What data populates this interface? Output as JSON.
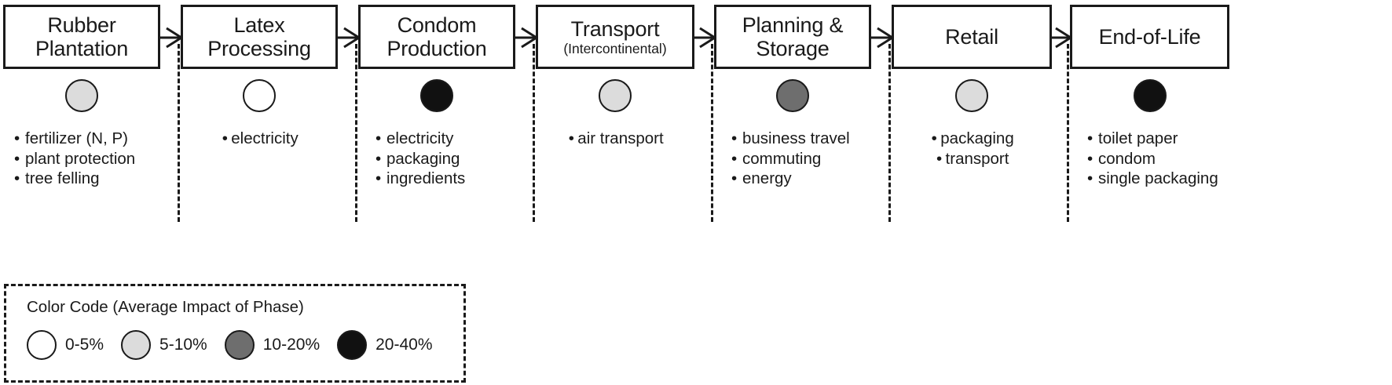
{
  "diagram": {
    "type": "lifecycle-flow",
    "phase_count": 7,
    "phases": [
      {
        "id": "rubber-plantation",
        "title": "Rubber\nPlantation",
        "subtitle": "",
        "impact_band": "5-10%",
        "impact_color": "#dcdcdc",
        "items": [
          "fertilizer  (N, P)",
          "plant protection",
          "tree felling"
        ]
      },
      {
        "id": "latex-processing",
        "title": "Latex\nProcessing",
        "subtitle": "",
        "impact_band": "0-5%",
        "impact_color": "#ffffff",
        "items": [
          "electricity"
        ]
      },
      {
        "id": "condom-production",
        "title": "Condom\nProduction",
        "subtitle": "",
        "impact_band": "20-40%",
        "impact_color": "#111111",
        "items": [
          "electricity",
          "packaging",
          "ingredients"
        ]
      },
      {
        "id": "transport",
        "title": "Transport",
        "subtitle": "(Intercontinental)",
        "impact_band": "5-10%",
        "impact_color": "#dcdcdc",
        "items": [
          "air transport"
        ]
      },
      {
        "id": "planning-and-storage",
        "title": "Planning &\nStorage",
        "subtitle": "",
        "impact_band": "10-20%",
        "impact_color": "#6e6e6e",
        "items": [
          "business travel",
          "commuting",
          "energy"
        ]
      },
      {
        "id": "retail",
        "title": "Retail",
        "subtitle": "",
        "impact_band": "5-10%",
        "impact_color": "#dcdcdc",
        "items": [
          "packaging",
          "transport"
        ]
      },
      {
        "id": "end-of-life",
        "title": "End-of-Life",
        "subtitle": "",
        "impact_band": "20-40%",
        "impact_color": "#111111",
        "items": [
          "toilet paper",
          "condom",
          "single packaging"
        ]
      }
    ]
  },
  "legend": {
    "title": "Color Code (Average Impact of Phase)",
    "items": [
      {
        "label": "0-5%",
        "color": "#ffffff"
      },
      {
        "label": "5-10%",
        "color": "#dcdcdc"
      },
      {
        "label": "10-20%",
        "color": "#6e6e6e"
      },
      {
        "label": "20-40%",
        "color": "#111111"
      }
    ]
  }
}
